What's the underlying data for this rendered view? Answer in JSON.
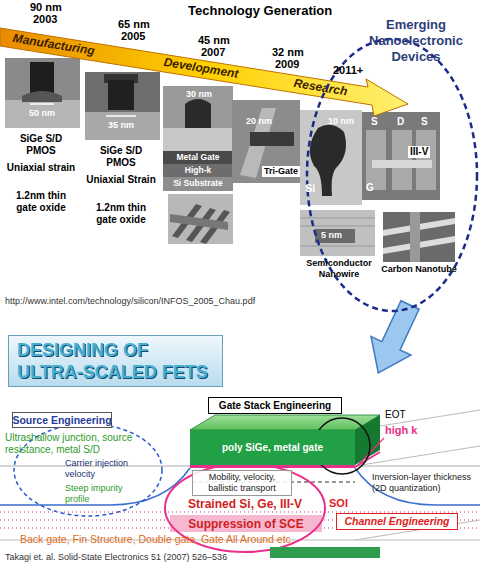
{
  "diagram": {
    "title": "DESIGNING OF ULTRA-SCALED FETS",
    "nodes": [
      {
        "text": [
          "Manufacturing",
          "Development",
          "Research"
        ]
      },
      {
        "text": [
          "Emerging Nanoelectronic Devices"
        ]
      },
      {
        "text": [
          "Source Engineering"
        ]
      },
      {
        "text": [
          "Gate Stack Engineering"
        ]
      },
      {
        "text": [
          "poly SiGe, metal gate"
        ]
      },
      {
        "text": [
          "Mobility, velocity, ballistic transport"
        ]
      },
      {
        "text": [
          "Channel Engineering"
        ]
      }
    ],
    "labels": [
      "90 nm",
      "2003",
      "65 nm",
      "2005",
      "Technology Generation",
      "45 nm",
      "2007",
      "32 nm",
      "2009",
      "2011+",
      "50 nm",
      "SiGe S/D PMOS",
      "Uniaxial strain",
      "1.2nm thin gate oxide",
      "35 nm",
      "SiGe S/D PMOS",
      "Uniaxial Strain",
      "1.2nm thin gate oxide",
      "30 nm",
      "Metal Gate",
      "High-k",
      "Si Substrate",
      "20 nm",
      "Tri-Gate",
      "10 nm",
      "Si",
      "S",
      "D",
      "S",
      "G",
      "III-V",
      "5 nm",
      "Semiconductor Nanowire",
      "Carbon Nanotube",
      "http://www.intel.com/technology/silicon/INFOS_2005_Chau.pdf",
      "Ultrashallow junction, source resistance, metal S/D",
      "Carrier injection velocity",
      "Steep impurity profile",
      "EOT",
      "high k",
      "Inversion-layer thickness (2D quantization)",
      "Strained Si, Ge, III-V",
      "SOI",
      "Suppression of SCE",
      "Back gate, Fin Structure, Double gate, Gate All Around etc.",
      "Takagi et. al. Solid-State Electronics 51 (2007) 526–536"
    ]
  }
}
